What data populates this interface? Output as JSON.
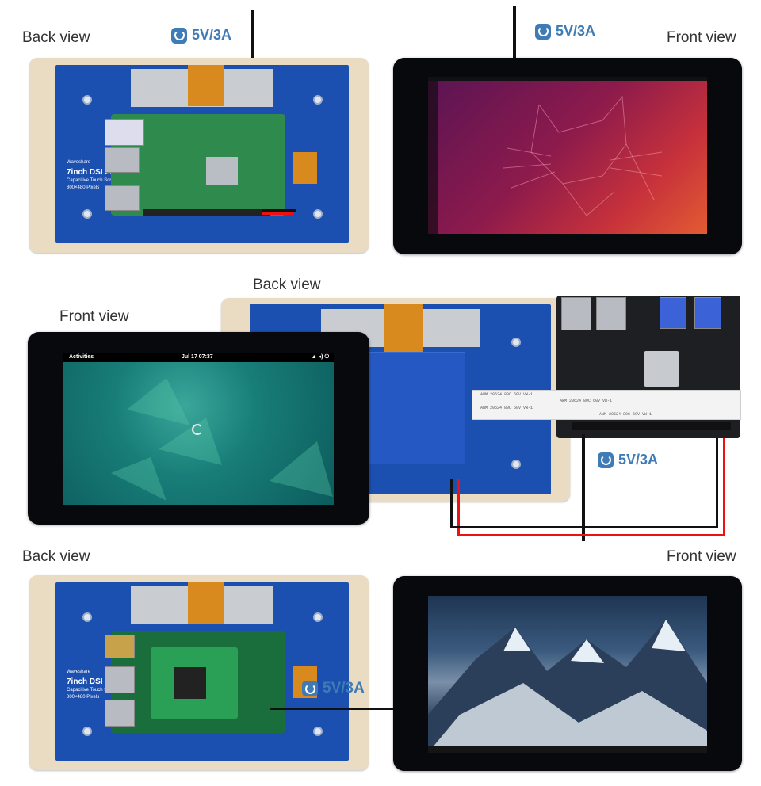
{
  "labels": {
    "back_view": "Back view",
    "front_view": "Front view",
    "power": "5V/3A"
  },
  "pcb_text": {
    "brand": "Waveshare",
    "title": "7inch DSI LCD",
    "sub1": "Capacitive Touch Screen",
    "sub2": "800×480 Pixels"
  },
  "gnome_bar": {
    "activities": "Activities",
    "clock": "Jul 17  07:37"
  },
  "ribbon_lines": [
    "AWM 20624 80C 60V VW-1",
    "AWM 20624 80C 60V VW-1",
    "AWM 20624 80C 60V VW-1",
    "AWM 20624 80C 60V VW-1"
  ],
  "icons": [
    "power-icon",
    "ubuntu-dock-icon",
    "debian-swirl-icon",
    "mountain-wallpaper"
  ],
  "colors": {
    "power_blue": "#3f7bb5",
    "pcb_blue": "#1b4fb0",
    "frame_beige": "#e9dcc2",
    "bezel_black": "#08090c"
  }
}
